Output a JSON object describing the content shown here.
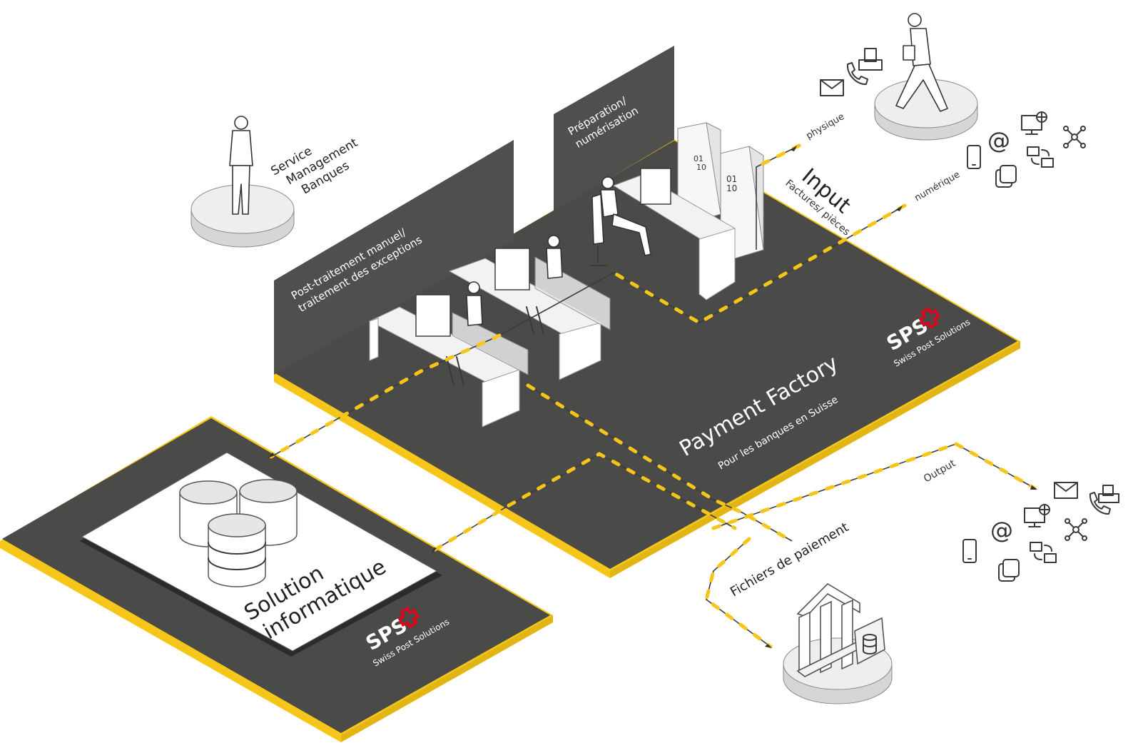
{
  "title": "",
  "colors": {
    "floor": "#4a4a49",
    "edge_yellow": "#f5c518",
    "wall": "#4f4f4e",
    "platform": "#e6e6e6",
    "sps_red": "#e2001a",
    "text_dark": "#333333",
    "text_light": "#ffffff"
  },
  "platforms": {
    "service": {
      "label_lines": [
        "Service",
        "Management",
        "Banques"
      ]
    },
    "customer": {
      "icons": [
        "envelope-icon",
        "phone-icon",
        "printer-icon"
      ]
    },
    "bank": {
      "icons": [
        "bank-icon",
        "database-icon"
      ]
    }
  },
  "walls": {
    "post_processing": {
      "label_lines": [
        "Post-traitement manuel/",
        "traitement des exceptions"
      ]
    },
    "preparation": {
      "label_lines": [
        "Préparation/",
        "numérisation"
      ]
    }
  },
  "factory": {
    "title": "Payment Factory",
    "subtitle": "Pour les banques en Suisse",
    "logo_text": "SPS",
    "logo_sub": "Swiss Post Solutions"
  },
  "it_solution": {
    "label_lines": [
      "Solution",
      "informatique"
    ],
    "logo_text": "SPS",
    "logo_sub": "Swiss Post Solutions"
  },
  "input": {
    "title": "Input",
    "subtitle": "Factures/ pièces",
    "physical_label": "physique",
    "digital_label": "numérique",
    "server_codes": [
      "01",
      "10",
      "01",
      "10"
    ],
    "digital_icons": [
      "mobile-icon",
      "email-at-icon",
      "monitor-globe-icon",
      "network-icon",
      "sync-monitors-icon",
      "copy-icon"
    ]
  },
  "output": {
    "label": "Output",
    "icons": [
      "envelope-icon",
      "phone-printer-icon",
      "monitor-globe-icon",
      "email-at-icon",
      "network-icon",
      "mobile-icon",
      "sync-monitors-icon",
      "copy-icon"
    ]
  },
  "payment_files": {
    "label": "Fichiers de paiement"
  }
}
